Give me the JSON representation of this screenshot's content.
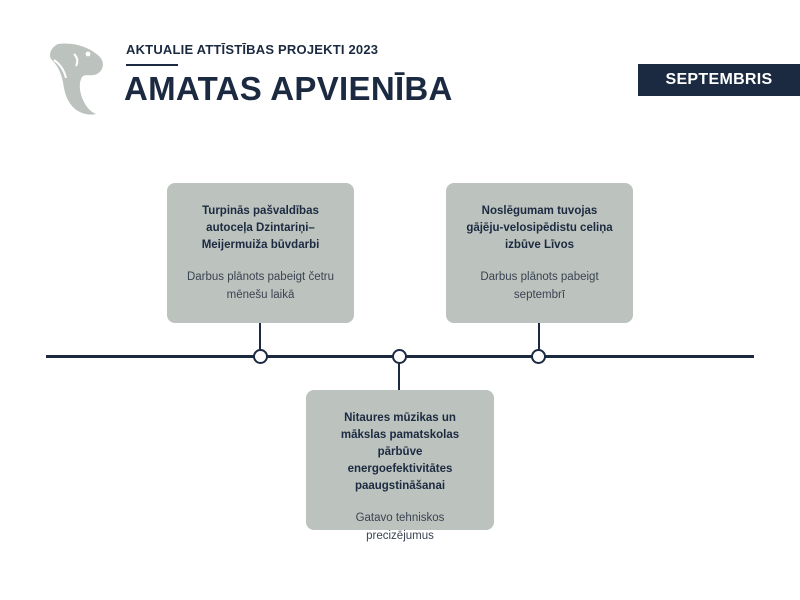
{
  "header": {
    "subtitle": "AKTUALIE ATTĪSTĪBAS PROJEKTI 2023",
    "title": "AMATAS APVIENĪBA",
    "month": "SEPTEMBRIS"
  },
  "logo": {
    "icon": "fish-icon",
    "color": "#bcc2bd"
  },
  "colors": {
    "navy": "#1b2a41",
    "card": "#bcc2bd"
  },
  "timeline": {
    "items": [
      {
        "title": "Turpinās pašvaldības autoceļa Dzintariņi–Meijermuiža būvdarbi",
        "description": "Darbus plānots pabeigt četru mēnešu laikā"
      },
      {
        "title": "Nitaures mūzikas un mākslas pamatskolas pārbūve energoefektivitātes paaugstināšanai",
        "description": "Gatavo tehniskos precizējumus"
      },
      {
        "title": "Noslēgumam tuvojas gājēju-velosipēdistu celiņa izbūve Līvos",
        "description": "Darbus plānots pabeigt septembrī"
      }
    ]
  }
}
